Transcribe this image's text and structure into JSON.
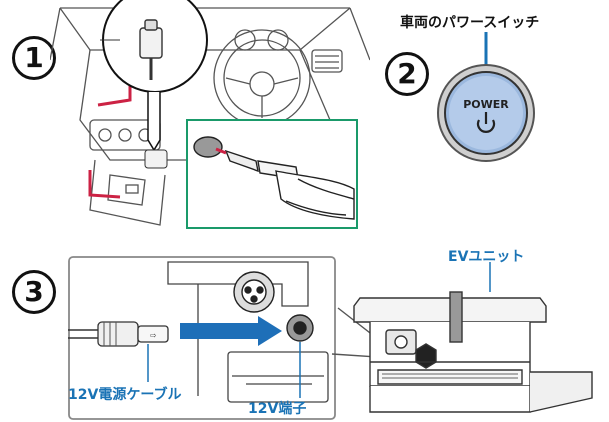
{
  "steps": {
    "one": "1",
    "two": "2",
    "three": "3"
  },
  "labels": {
    "power_switch": "車両のパワースイッチ",
    "ev_unit": "EVユニット",
    "cable_12v": "12V電源ケーブル",
    "terminal_12v": "12V端子"
  },
  "power_button": {
    "text": "POWER",
    "icon": "power-icon"
  },
  "colors": {
    "accent_blue": "#1a73b5",
    "cable_red": "#cc2244",
    "arrow_blue": "#1e6fb8"
  },
  "icons": [
    "power-icon",
    "arrow-right-icon",
    "car-interior-icon",
    "cigarette-plug-icon",
    "ev-unit-icon",
    "connector-icon"
  ]
}
